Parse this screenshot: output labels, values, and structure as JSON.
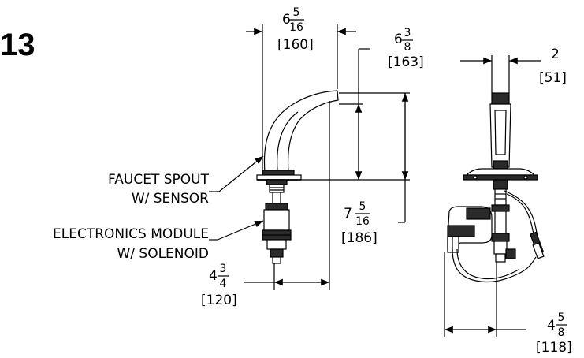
{
  "figure_number": "13",
  "callouts": {
    "spout_line1": "FAUCET SPOUT",
    "spout_line2": "W/ SENSOR",
    "module_line1": "ELECTRONICS MODULE",
    "module_line2": "W/ SOLENOID"
  },
  "dimensions": {
    "spout_reach": {
      "whole": "6",
      "num": "5",
      "den": "16",
      "metric": "[160]"
    },
    "spout_height": {
      "whole": "6",
      "num": "3",
      "den": "8",
      "metric": "[163]"
    },
    "spout_width": {
      "value": "2",
      "metric": "[51]"
    },
    "deck_height": {
      "whole": "7",
      "num": "5",
      "den": "16",
      "metric": "[186]"
    },
    "module_offset": {
      "whole": "4",
      "num": "3",
      "den": "4",
      "metric": "[120]"
    },
    "module_depth": {
      "whole": "4",
      "num": "5",
      "den": "8",
      "metric": "[118]"
    }
  }
}
